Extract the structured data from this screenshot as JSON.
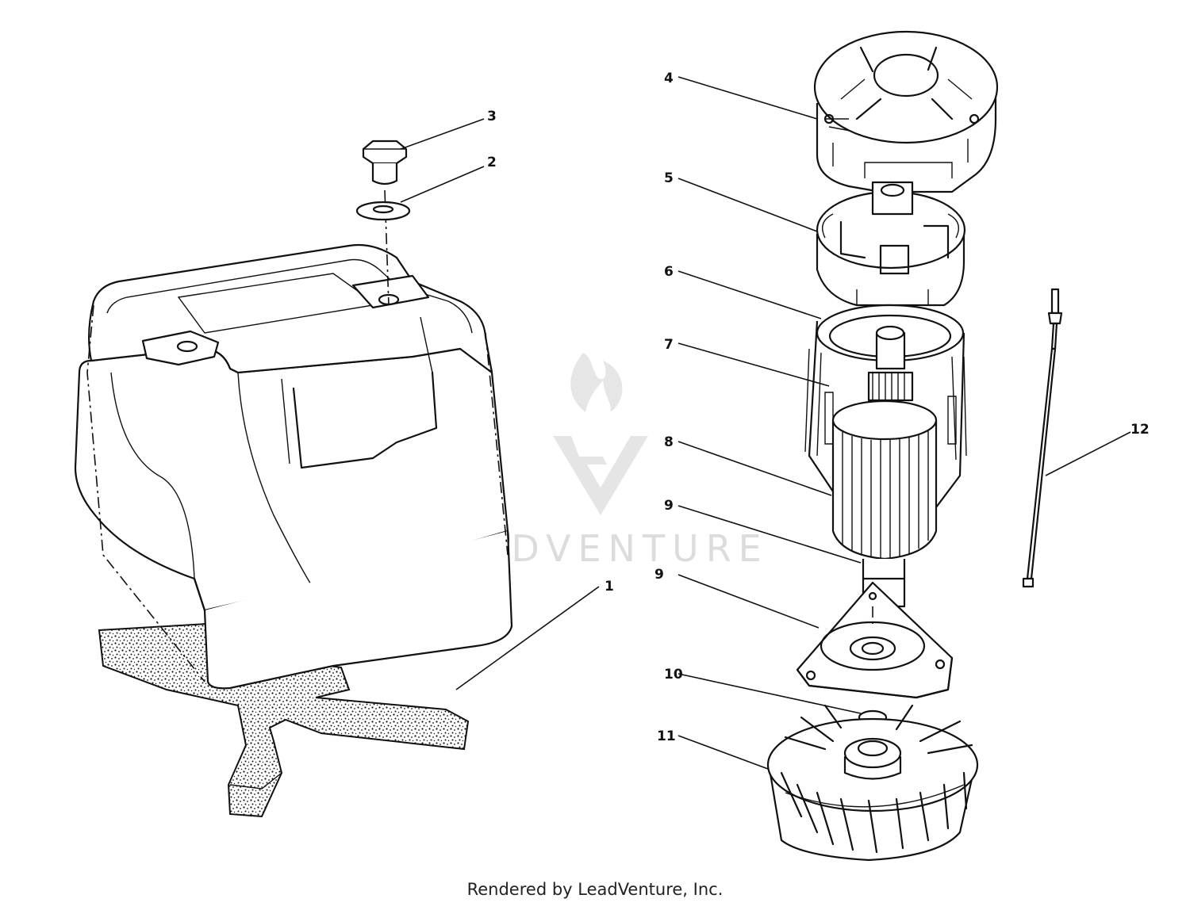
{
  "callouts": [
    {
      "id": "1",
      "label": "1"
    },
    {
      "id": "2",
      "label": "2"
    },
    {
      "id": "3",
      "label": "3"
    },
    {
      "id": "4",
      "label": "4"
    },
    {
      "id": "5",
      "label": "5"
    },
    {
      "id": "6",
      "label": "6"
    },
    {
      "id": "7",
      "label": "7"
    },
    {
      "id": "8",
      "label": "8"
    },
    {
      "id": "9a",
      "label": "9"
    },
    {
      "id": "9b",
      "label": "9"
    },
    {
      "id": "10",
      "label": "10"
    },
    {
      "id": "11",
      "label": "11"
    },
    {
      "id": "12",
      "label": "12"
    }
  ],
  "watermark": {
    "text": "LEADVENTURE"
  },
  "footer": {
    "text": "Rendered by LeadVenture, Inc."
  }
}
